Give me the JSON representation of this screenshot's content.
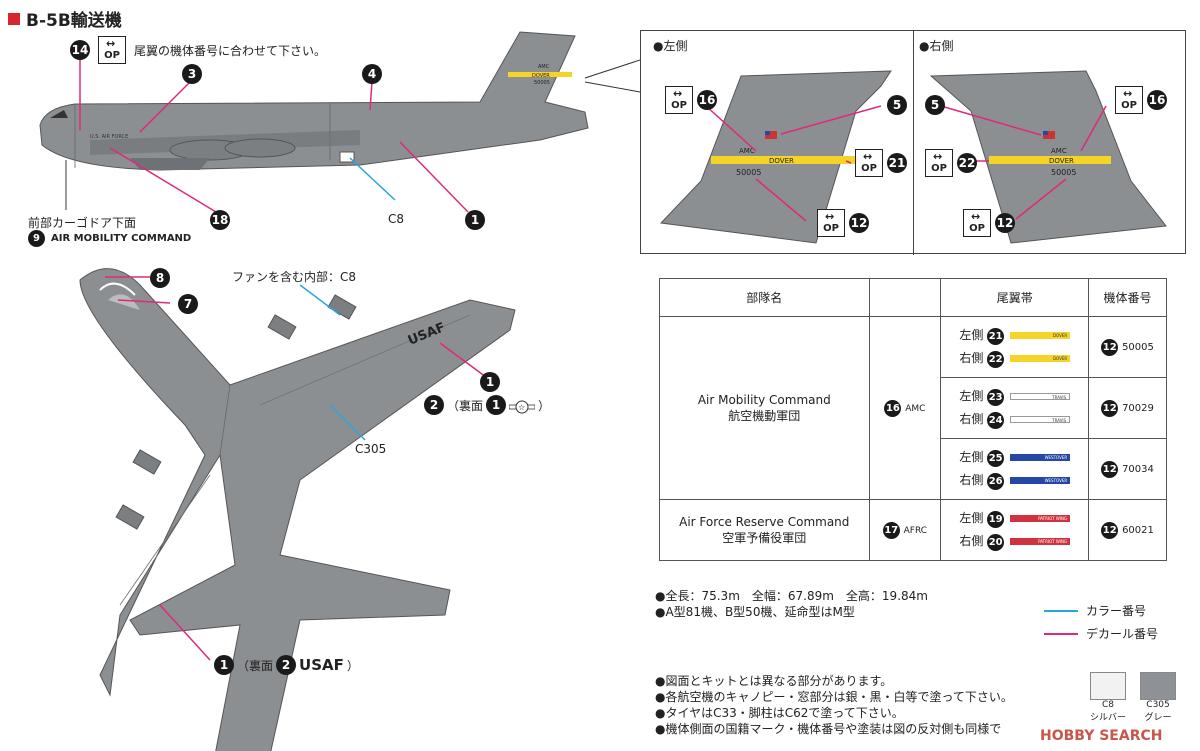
{
  "title": "B-5B輸送機",
  "note_tail_serial": "尾翼の機体番号に合わせて下さい。",
  "op_label": "OP",
  "side_view": {
    "cargo_door_label": "前部カーゴドア下面",
    "cargo_door_num": "9",
    "cargo_door_text": "AIR MOBILITY COMMAND",
    "color_c8": "C8",
    "callouts": [
      "14",
      "3",
      "4",
      "1",
      "18"
    ],
    "body_text": "U.S. AIR FORCE",
    "tail_text_amc": "AMC",
    "tail_text_dover": "DOVER",
    "tail_text_serial": "50005"
  },
  "top_view": {
    "fan_label": "ファンを含む内部：C8",
    "c305": "C305",
    "usaf": "USAF",
    "callout_8": "8",
    "callout_7": "7",
    "callout_2": "2",
    "callout_2_note_open": "（裏面",
    "callout_1": "1",
    "callout_1_note_open": "（裏面",
    "callout_1_note_usaf": "USAF",
    "close_paren": "）"
  },
  "tail_panel": {
    "left_label": "●左側",
    "right_label": "●右側",
    "amc": "AMC",
    "dover": "DOVER",
    "serial": "50005",
    "left_nums": [
      "16",
      "5",
      "21",
      "12"
    ],
    "right_nums": [
      "5",
      "16",
      "22",
      "12"
    ]
  },
  "table": {
    "headers": [
      "部隊名",
      "",
      "尾翼帯",
      "機体番号"
    ],
    "units": [
      {
        "name_en": "Air Mobility Command",
        "name_ja": "航空機動軍団",
        "num": "16",
        "code": "AMC"
      },
      {
        "name_en": "Air Force Reserve Command",
        "name_ja": "空軍予備役軍団",
        "num": "17",
        "code": "AFRC"
      }
    ],
    "rows": [
      {
        "left": "左側",
        "left_num": "21",
        "right": "右側",
        "right_num": "22",
        "left_stripe": "DOVER",
        "right_stripe": "DOVER",
        "color": "#f5d327",
        "serial_num": "12",
        "serial": "50005"
      },
      {
        "left": "左側",
        "left_num": "23",
        "right": "右側",
        "right_num": "24",
        "left_stripe": "TRAVIS",
        "right_stripe": "TRAVIS",
        "color": "#ffffff",
        "serial_num": "12",
        "serial": "70029"
      },
      {
        "left": "左側",
        "left_num": "25",
        "right": "右側",
        "right_num": "26",
        "left_stripe": "WESTOVER",
        "right_stripe": "WESTOVER",
        "color": "#2547a8",
        "serial_num": "12",
        "serial": "70034"
      },
      {
        "left": "左側",
        "left_num": "19",
        "right": "右側",
        "right_num": "20",
        "left_stripe": "PATRIOT WING",
        "right_stripe": "PATRIOT WING",
        "color": "#d0333d",
        "serial_num": "12",
        "serial": "60021"
      }
    ]
  },
  "specs": {
    "line1": "●全長：75.3m　全幅：67.89m　全高：19.84m",
    "line2": "●A型81機、B型50機、延命型はM型"
  },
  "legend": {
    "color_label": "カラー番号",
    "color_line": "#2aa6de",
    "decal_label": "デカール番号",
    "decal_line": "#e0287d"
  },
  "notes": [
    "●図面とキットとは異なる部分があります。",
    "●各航空機のキャノピー・窓部分は銀・黒・白等で塗って下さい。",
    "●タイヤはC33・脚柱はC62で塗って下さい。",
    "●機体側面の国籍マーク・機体番号や塗装は図の反対側も同様で"
  ],
  "swatches": [
    {
      "code": "C8",
      "name": "シルバー",
      "color": "#f2f2f2"
    },
    {
      "code": "C305",
      "name": "グレー",
      "color": "#8e9195"
    }
  ],
  "watermark": "HOBBY SEARCH",
  "colors": {
    "aircraft": "#8c8f92",
    "aircraft_dark": "#6e7175",
    "accent_red": "#d8262f",
    "decal_pink": "#e0287d",
    "color_blue": "#2aa6de"
  }
}
